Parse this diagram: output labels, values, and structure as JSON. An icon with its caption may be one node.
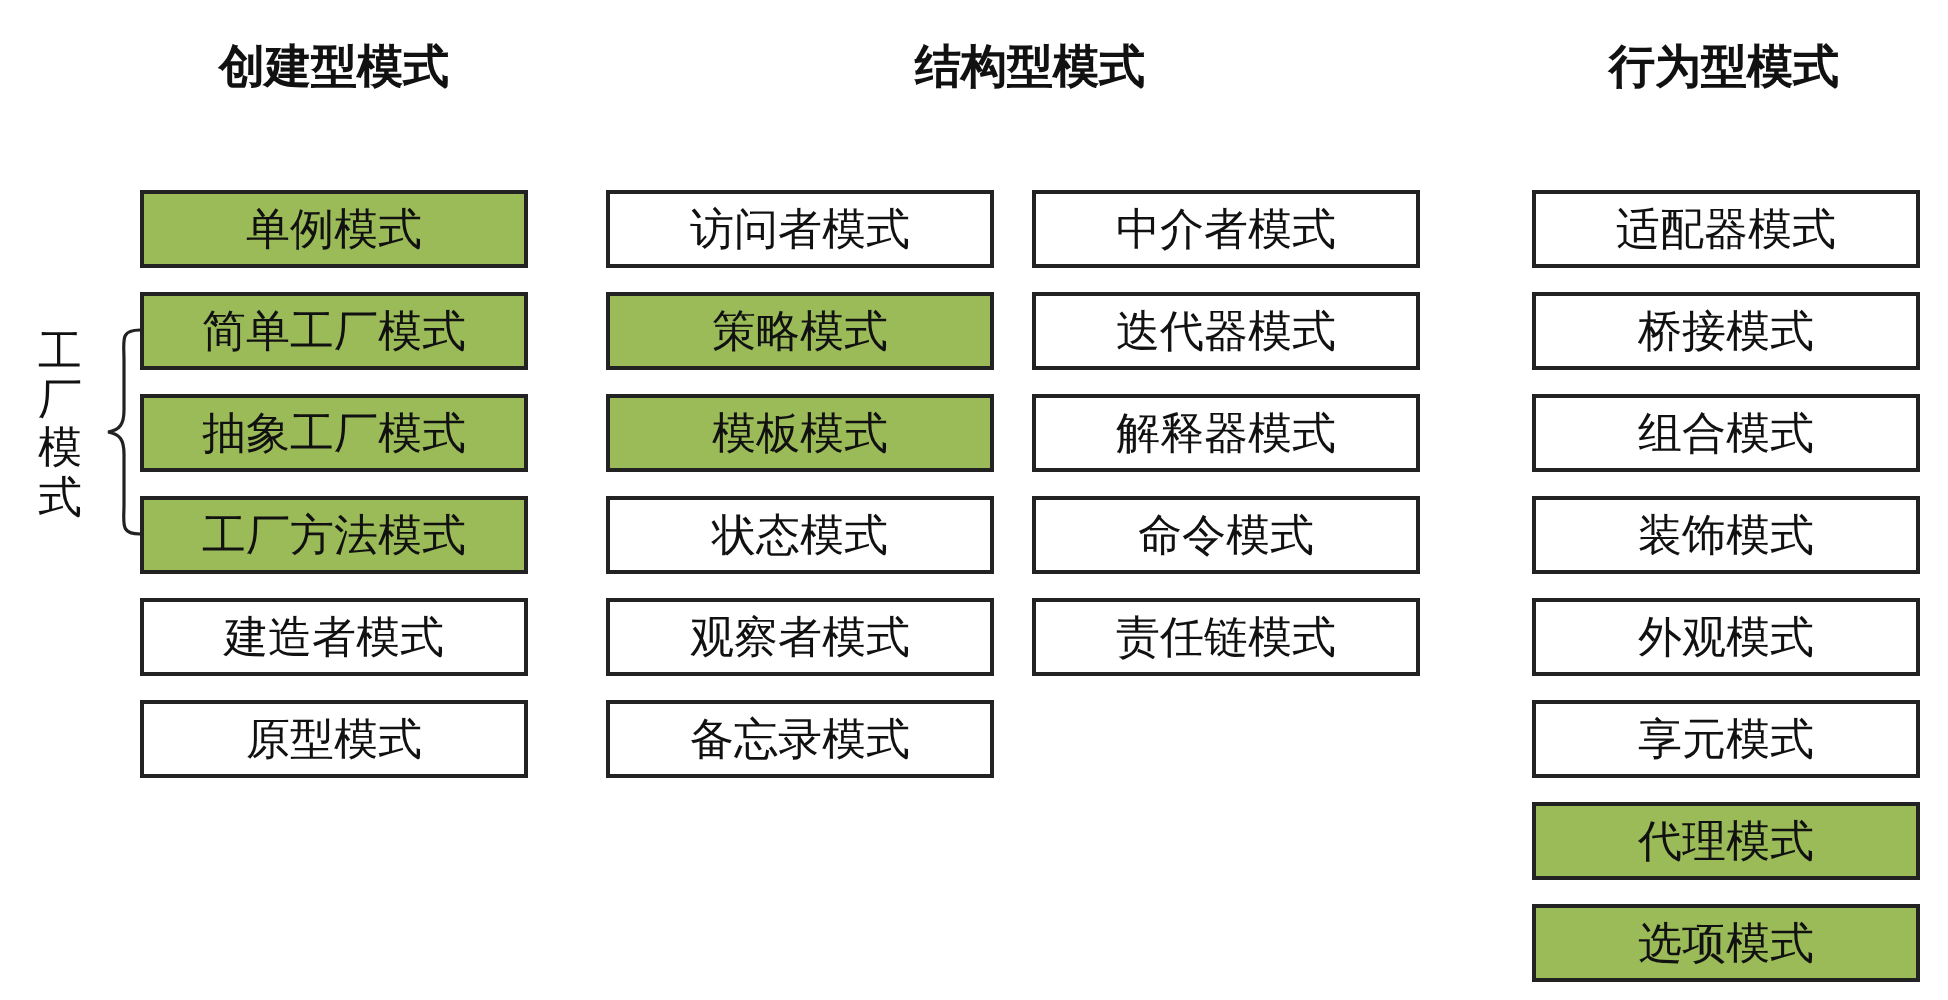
{
  "diagram": {
    "nodes": [
      {
        "text": [
          "单例模式"
        ]
      },
      {
        "text": [
          "简单工厂模式"
        ]
      },
      {
        "text": [
          "抽象工厂模式"
        ]
      },
      {
        "text": [
          "工厂方法模式"
        ]
      },
      {
        "text": [
          "建造者模式"
        ]
      },
      {
        "text": [
          "原型模式"
        ]
      },
      {
        "text": [
          "访问者模式"
        ]
      },
      {
        "text": [
          "策略模式"
        ]
      },
      {
        "text": [
          "模板模式"
        ]
      },
      {
        "text": [
          "状态模式"
        ]
      },
      {
        "text": [
          "观察者模式"
        ]
      },
      {
        "text": [
          "备忘录模式"
        ]
      },
      {
        "text": [
          "中介者模式"
        ]
      },
      {
        "text": [
          "迭代器模式"
        ]
      },
      {
        "text": [
          "解释器模式"
        ]
      },
      {
        "text": [
          "命令模式"
        ]
      },
      {
        "text": [
          "责任链模式"
        ]
      },
      {
        "text": [
          "适配器模式"
        ]
      },
      {
        "text": [
          "桥接模式"
        ]
      },
      {
        "text": [
          "组合模式"
        ]
      },
      {
        "text": [
          "装饰模式"
        ]
      },
      {
        "text": [
          "外观模式"
        ]
      },
      {
        "text": [
          "享元模式"
        ]
      },
      {
        "text": [
          "代理模式"
        ]
      },
      {
        "text": [
          "选项模式"
        ]
      }
    ],
    "labels": [
      "创建型模式",
      "结构型模式",
      "行为型模式",
      "工厂模式"
    ]
  }
}
